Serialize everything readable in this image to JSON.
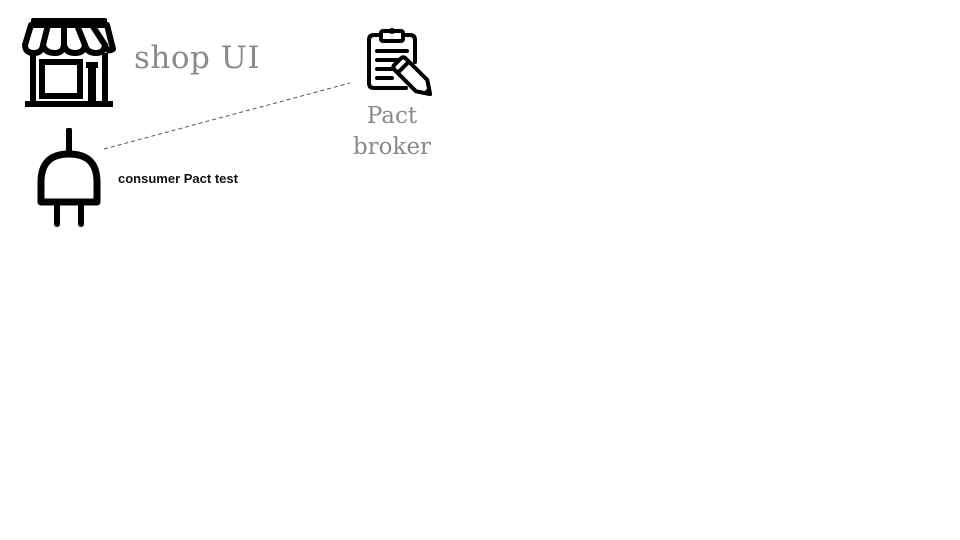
{
  "shop": {
    "title": "shop UI",
    "icon": "storefront-icon"
  },
  "consumer": {
    "label": "consumer Pact test",
    "icon": "plug-icon"
  },
  "broker": {
    "label_line1": "Pact",
    "label_line2": "broker",
    "icon": "clipboard-edit-icon"
  },
  "connector": {
    "style": "dashed",
    "from": "consumer",
    "to": "broker"
  },
  "colors": {
    "icon": "#000000",
    "title_text": "#8a8a8a",
    "label_text": "#111111",
    "connector": "#555555"
  }
}
